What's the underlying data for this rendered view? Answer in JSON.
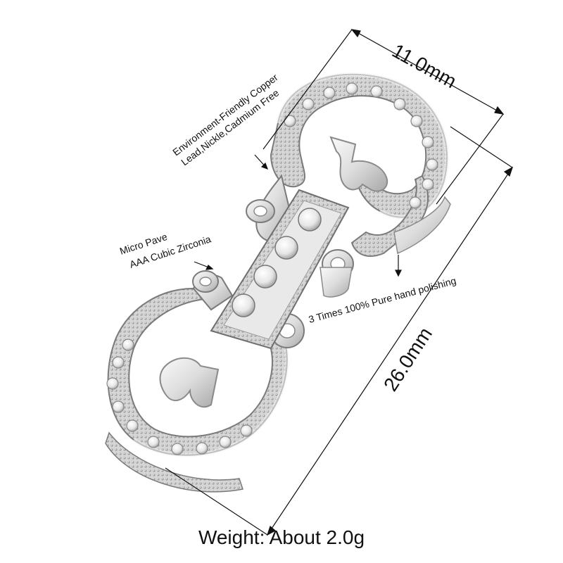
{
  "annotations": {
    "width": "11.0mm",
    "length": "26.0mm",
    "material_line1": "Environment-Friendly Copper",
    "material_line2": "Lead,Nickle,Cadmium Free",
    "stone_line1": "Micro Pave",
    "stone_line2": "AAA Cubic Zirconia",
    "polish": "3 Times 100% Pure hand polishing",
    "weight": "Weight: About 2.0g"
  },
  "colors": {
    "metal_light": "#f4f4f4",
    "metal_mid": "#c9c9c9",
    "metal_dark": "#8a8a8a",
    "line": "#222222"
  }
}
